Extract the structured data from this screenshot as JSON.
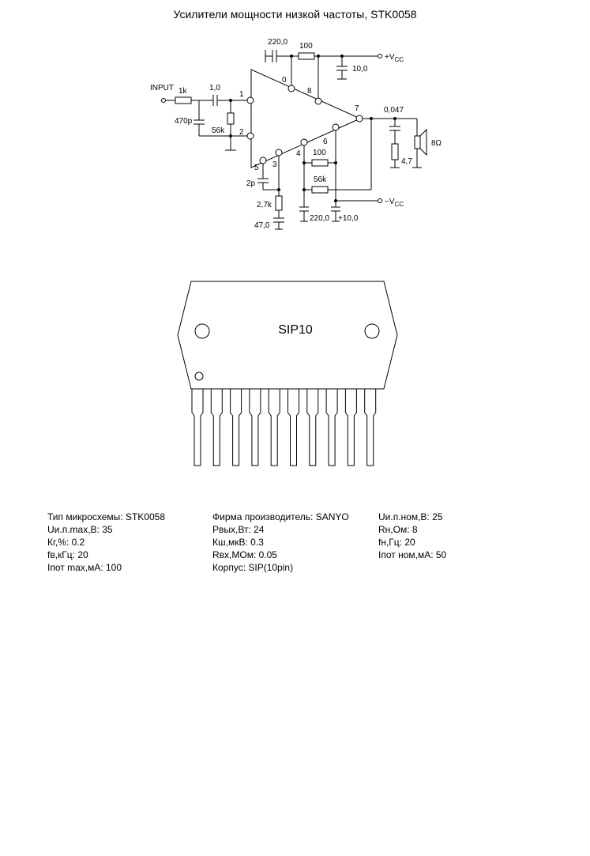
{
  "title": "Усилители мощности низкой частоты, STK0058",
  "schematic": {
    "labels": {
      "input": "INPUT",
      "r_in": "1k",
      "c_in": "1,0",
      "c_470p": "470p",
      "r_56k_in": "56k",
      "c_top": "220,0",
      "r_top": "100",
      "c_vcc": "10,0",
      "vcc_pos": "+V",
      "vcc_sub": "CC",
      "c_out": "0,047",
      "r_out": "4,7",
      "speaker": "8Ω",
      "r_mid": "100",
      "r_56k_fb": "56k",
      "vcc_neg": "−V",
      "vcc_neg_sub": "CC",
      "c_2p": "2p",
      "r_27k": "2,7k",
      "c_47": "47,0",
      "c_220_bot": "220,0",
      "c_10_bot": "+10,0"
    },
    "pins": [
      "1",
      "2",
      "0",
      "8",
      "7",
      "6",
      "4",
      "3",
      "5"
    ]
  },
  "package": {
    "label": "SIP10",
    "pin_count": 10
  },
  "specs": {
    "col1": [
      "Тип микросхемы: STK0058",
      "Uи.п.max,В: 35",
      "Кг,%: 0.2",
      "fв,кГц: 20",
      "Iпот max,мА: 100"
    ],
    "col2": [
      "Фирма производитель: SANYO",
      "Pвых,Вт: 24",
      "Кш,мкВ: 0.3",
      "Rвх,МОм: 0.05",
      "Корпус: SIP(10pin)"
    ],
    "col3": [
      "Uи.п.ном,В: 25",
      "Rн,Ом: 8",
      "fн,Гц: 20",
      "Iпот ном,мА: 50"
    ]
  }
}
